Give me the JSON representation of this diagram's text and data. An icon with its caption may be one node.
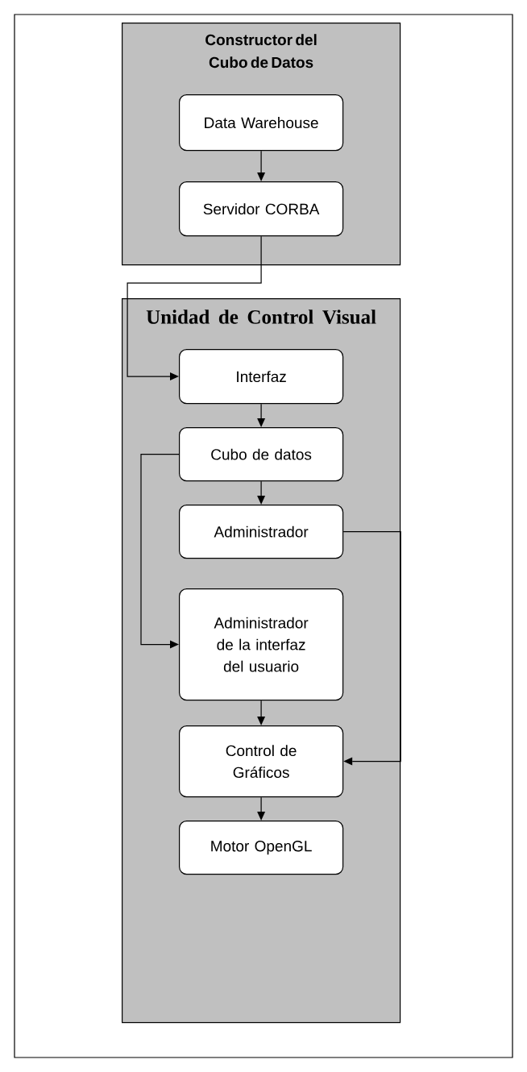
{
  "diagram": {
    "nodes": [
      {
        "text": [
          "Constructor del Cubo de Datos"
        ]
      },
      {
        "text": [
          "Data Warehouse"
        ],
        "in": 0
      },
      {
        "text": [
          "Servidor CORBA"
        ],
        "in": 0
      },
      {
        "text": [
          "Unidad de Control Visual"
        ]
      },
      {
        "text": [
          "Interfaz"
        ],
        "in": 3
      },
      {
        "text": [
          "Cubo de datos"
        ],
        "in": 3
      },
      {
        "text": [
          "Administrador"
        ],
        "in": 3
      },
      {
        "text": [
          "Administrador de la interfaz del usuario"
        ],
        "in": 3
      },
      {
        "text": [
          "Control de Gráficos"
        ],
        "in": 3
      },
      {
        "text": [
          "Motor OpenGL"
        ],
        "in": 3
      }
    ],
    "edges": [
      {
        "from": 1,
        "to": 2,
        "arrow": "to"
      },
      {
        "from": 2,
        "to": 4,
        "arrow": "to"
      },
      {
        "from": 4,
        "to": 5,
        "arrow": "to"
      },
      {
        "from": 5,
        "to": 7,
        "arrow": "to"
      },
      {
        "from": 5,
        "to": 6,
        "arrow": "to"
      },
      {
        "from": 6,
        "to": 8,
        "arrow": "to"
      },
      {
        "from": 7,
        "to": 8,
        "arrow": "to"
      },
      {
        "from": 8,
        "to": 9,
        "arrow": "to"
      }
    ]
  }
}
